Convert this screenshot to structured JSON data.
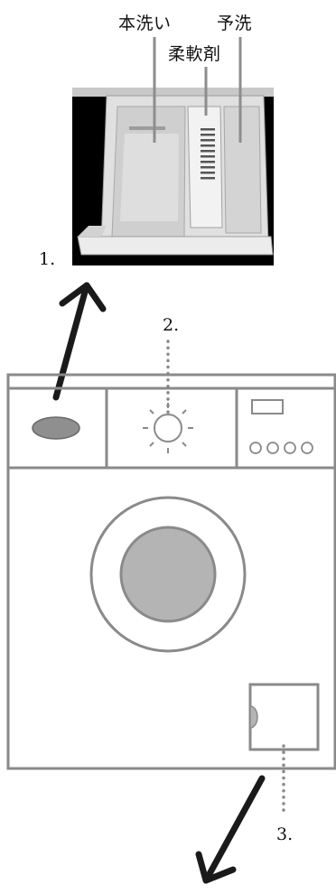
{
  "labels": {
    "main_wash": "本洗い",
    "pre_wash": "予洗",
    "softener": "柔軟剤"
  },
  "steps": {
    "step1": "1.",
    "step2": "2.",
    "step3": "3."
  },
  "colors": {
    "outline": "#8a8a8a",
    "arrow": "#1a1a1a",
    "drum": "#b4b4b4",
    "button_oval": "#8f8f8f",
    "photo_bg": "#000000",
    "tray": "#d8d8d8"
  },
  "icons": {
    "knob": "program-dial-icon",
    "buttons": "round-button-icon"
  }
}
